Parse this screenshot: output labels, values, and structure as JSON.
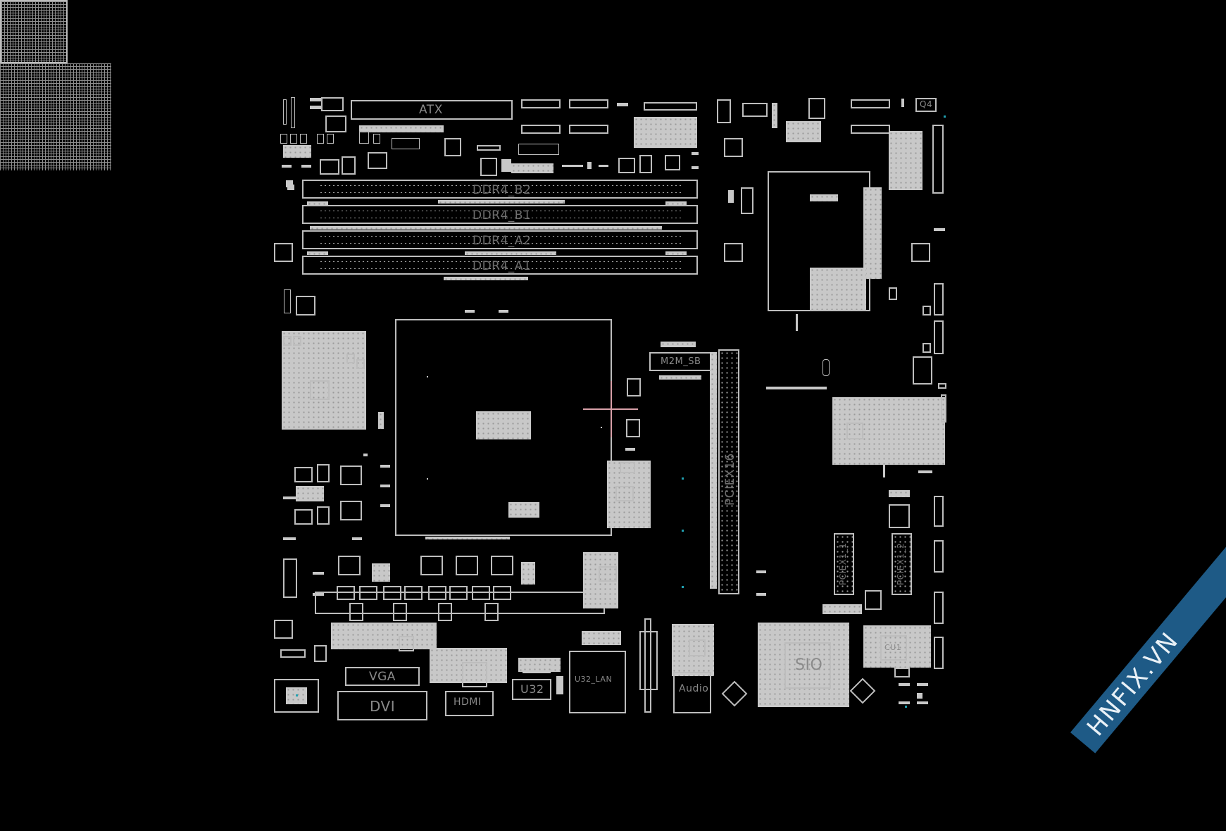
{
  "viewer": {
    "background": "#000000",
    "trace_color": "#bdbdbd",
    "label_color": "#8a8a8a",
    "cursor_color": "#d8a0a8"
  },
  "board": {
    "connectors": {
      "atx": "ATX",
      "dimm_b2": "DDR4_B2",
      "dimm_b1": "DDR4_B1",
      "dimm_a2": "DDR4_A2",
      "dimm_a1": "DDR4_A1",
      "m2": "M2M_SB",
      "pcie_x16": "PCIEX16",
      "pcie_x1_1": "PCIEX1_1",
      "pcie_x1_2": "PCIEX1_2",
      "vga": "VGA",
      "dvi": "DVI",
      "hdmi": "HDMI",
      "usb_u32": "U32",
      "lan_usb": "U32_LAN",
      "audio": "Audio"
    },
    "chips": {
      "sio": "SIO",
      "cu1": "CU1",
      "q4": "Q4"
    }
  },
  "watermark": {
    "text": "HNFIX.VN",
    "band_color": "#1e5a86",
    "accent_color": "#e21b1b"
  }
}
